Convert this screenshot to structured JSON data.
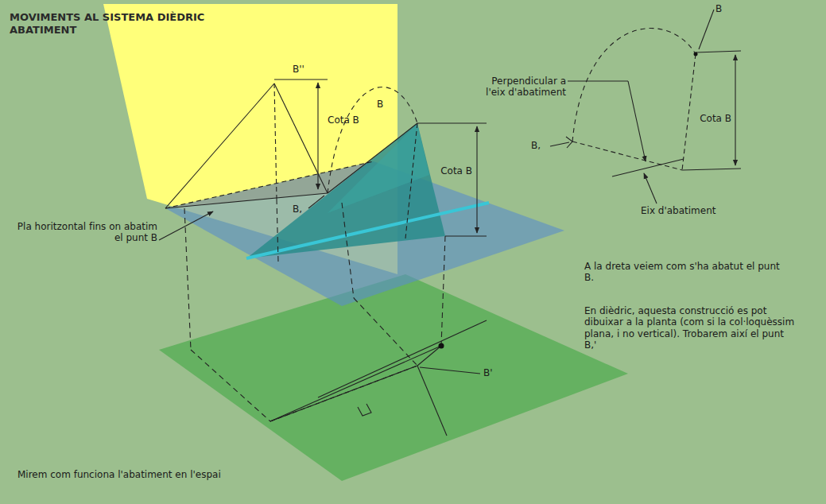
{
  "diagram": {
    "title": "MOVIMENTS AL SISTEMA DIÈDRIC ABATIMENT",
    "labels": [
      "B''",
      "Cota B",
      "B",
      "Cota B",
      "B,",
      "Pla horitzontal fins on abatim el punt B",
      "B'",
      "Perpendicular a l'eix d'abatiment",
      "B",
      "Cota B",
      "B,",
      "Eix d'abatiment",
      "A la dreta veiem com s'ha abatut el punt B.",
      "En dièdric, aquesta construcció es pot dibuixar a la planta (com si la col·loquèssim plana, i no vertical). Trobarem així el punt B,'",
      "Mirem com funciona l'abatiment en l'espai"
    ]
  }
}
